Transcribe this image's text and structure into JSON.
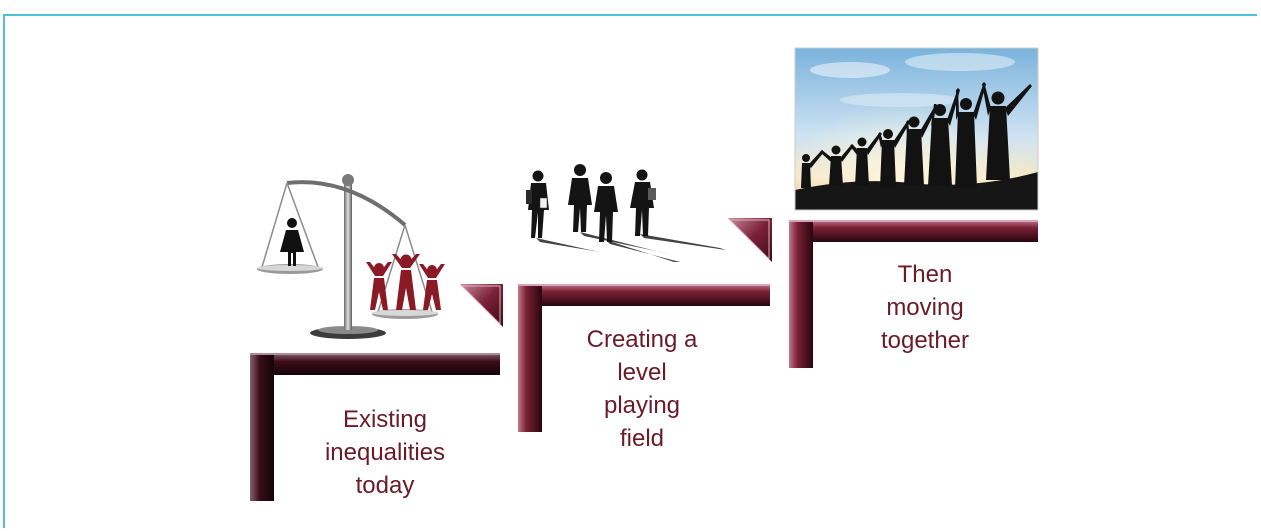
{
  "steps": [
    {
      "label_lines": [
        "Existing",
        "inequalities",
        "today"
      ]
    },
    {
      "label_lines": [
        "Creating a",
        "level",
        "playing",
        "field"
      ]
    },
    {
      "label_lines": [
        "Then",
        "moving",
        "together"
      ]
    }
  ],
  "colors": {
    "frame": "#4fc1d6",
    "bar_dark": "#3a0c1a",
    "bar_mid": "#6b1a2a",
    "bar_light": "#a8506a",
    "text": "#6b1a2a"
  },
  "icons": {
    "step1": "balance-scale-icon",
    "step2": "walking-people-icon",
    "step3": "people-holding-hands-photo"
  }
}
